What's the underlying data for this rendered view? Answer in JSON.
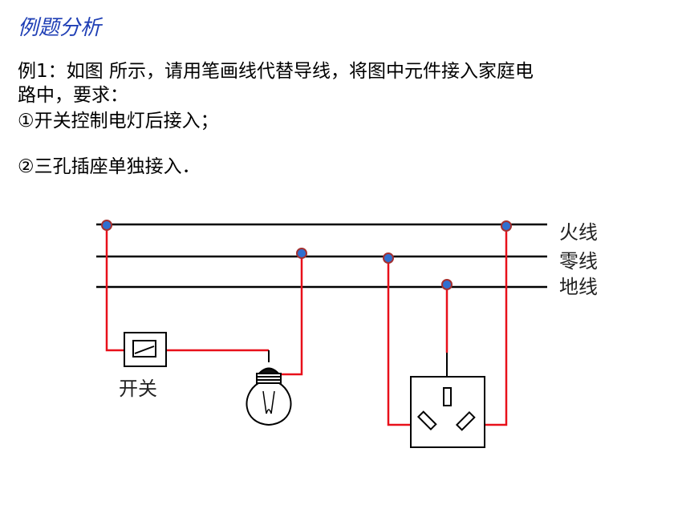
{
  "heading": "例题分析",
  "question": {
    "line1": "例1：如图 所示，请用笔画线代替导线，将图中元件接入家庭电",
    "line2": "路中，要求：",
    "req1": "①开关控制电灯后接入；",
    "req2": "②三孔插座单独接入．"
  },
  "diagram": {
    "lines": [
      "火线",
      "零线",
      "地线"
    ],
    "switch_label": "开关",
    "colors": {
      "wire": "#000000",
      "drawn_wire": "#e8101a",
      "node": "#2f6fd0"
    }
  }
}
